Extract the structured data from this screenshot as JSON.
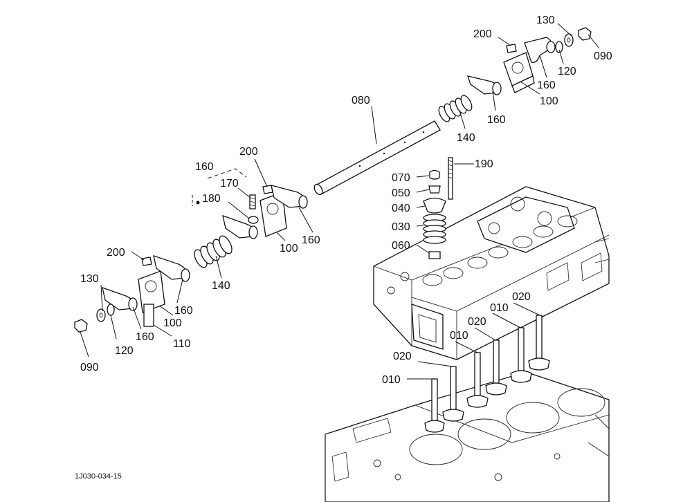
{
  "diagram": {
    "reference_code": "1J030-034-15",
    "labels": {
      "p130_top": "130",
      "p090_top": "090",
      "p200_top": "200",
      "p120_top": "120",
      "p160_top_a": "160",
      "p100_top": "100",
      "p160_top_b": "160",
      "p080": "080",
      "p140_top": "140",
      "p190": "190",
      "p070": "070",
      "p050": "050",
      "p040": "040",
      "p030": "030",
      "p060": "060",
      "p160_group": "160",
      "p170": "170",
      "p180": "180",
      "p200_mid": "200",
      "p160_mid": "160",
      "p100_mid": "100",
      "p140_mid": "140",
      "p200_left": "200",
      "p130_left": "130",
      "p160_left_a": "160",
      "p100_left": "100",
      "p160_left_b": "160",
      "p110": "110",
      "p120_left": "120",
      "p090_left": "090",
      "p020_a": "020",
      "p010_a": "010",
      "p020_b": "020",
      "p010_b": "010",
      "p020_c": "020",
      "p010_c": "010"
    }
  }
}
